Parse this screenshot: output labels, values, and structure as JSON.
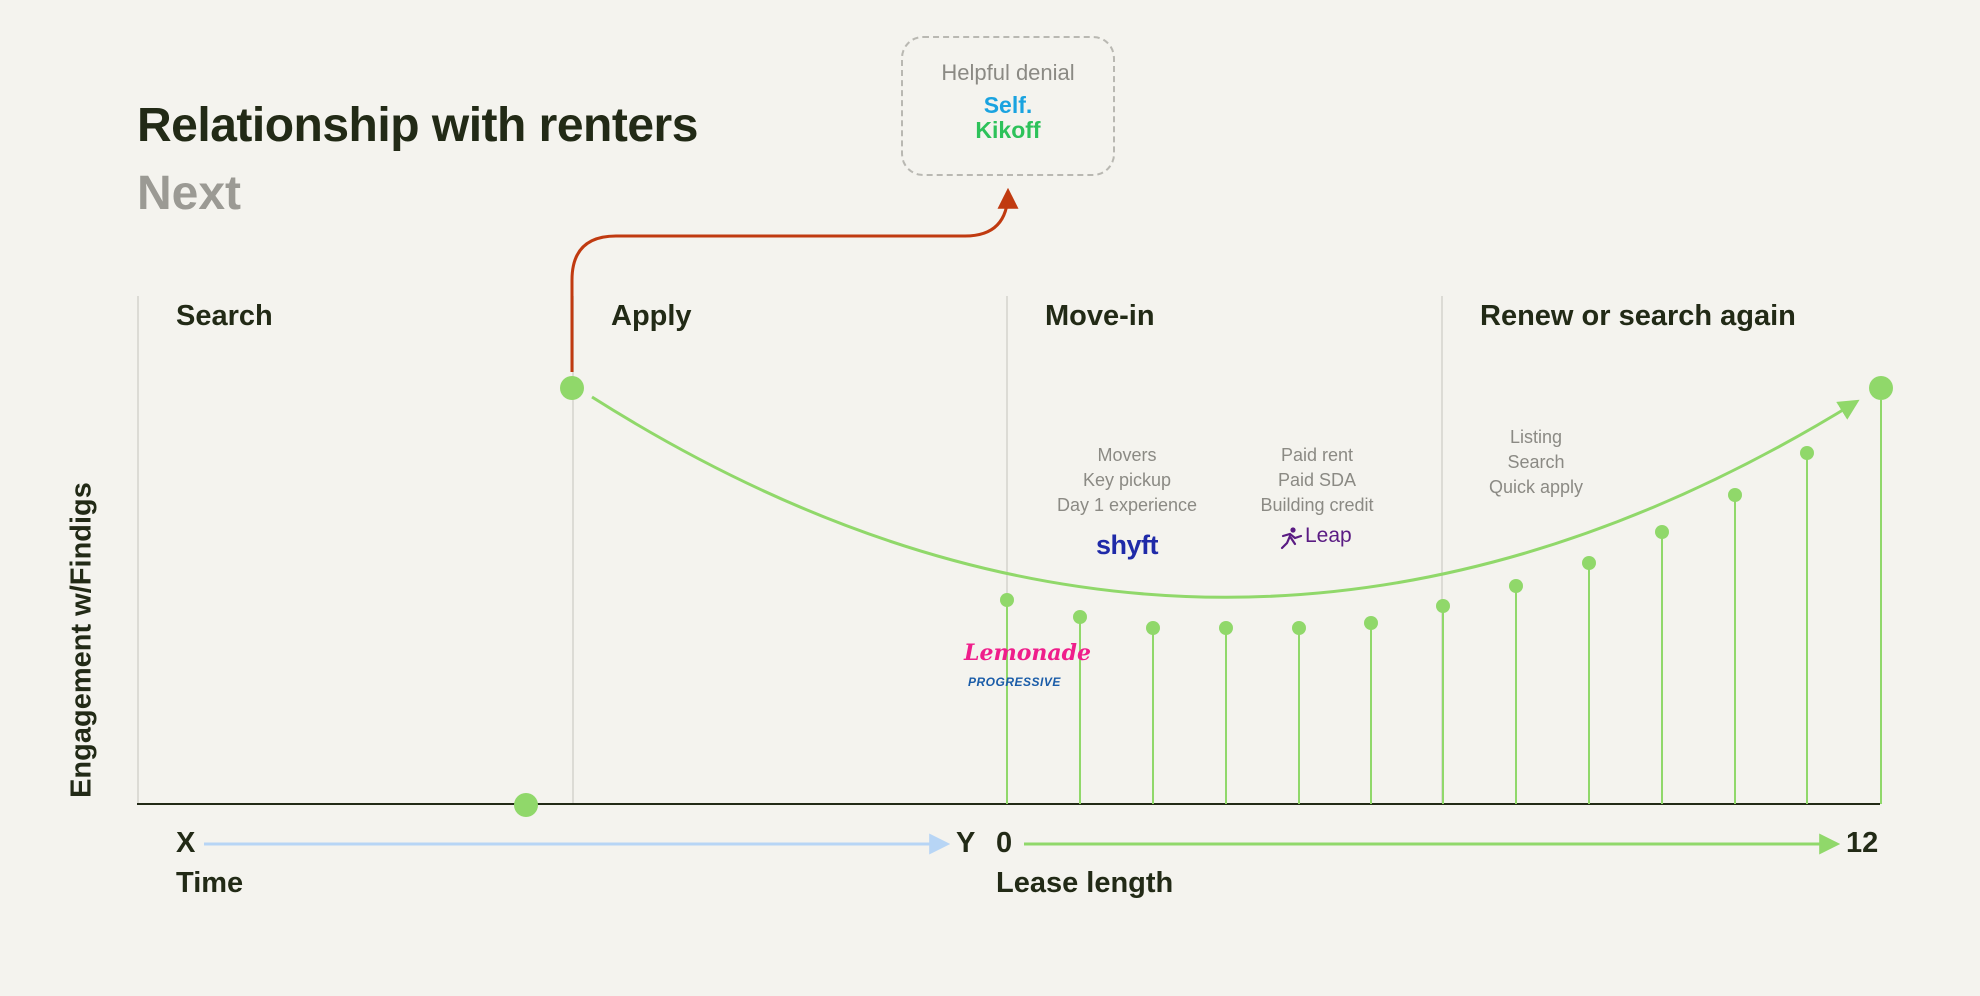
{
  "header": {
    "title": "Relationship with renters",
    "subtitle": "Next"
  },
  "phases": [
    "Search",
    "Apply",
    "Move-in",
    "Renew or search again"
  ],
  "callout": {
    "title": "Helpful denial",
    "brands": [
      "Self.",
      "Kikoff"
    ]
  },
  "notes": {
    "movein": "Movers\nKey pickup\nDay 1 experience",
    "rent": "Paid rent\nPaid SDA\nBuilding credit",
    "renew": "Listing\nSearch\nQuick apply"
  },
  "logos": {
    "shyft": "shyft",
    "leap": "Leap",
    "lemonade": "Lemonade",
    "progressive": "PROGRESSIVE"
  },
  "axes": {
    "ylabel": "Engagement w/Findigs",
    "time": {
      "start": "X",
      "end": "Y",
      "label": "Time"
    },
    "lease": {
      "start": "0",
      "end": "12",
      "label": "Lease length"
    }
  },
  "colors": {
    "green": "#90d86a",
    "red": "#c03a10",
    "blue": "#b7d5f5",
    "ink": "#222a16",
    "grey": "#9b9a94"
  },
  "icons": [
    "leap-runner-icon"
  ]
}
